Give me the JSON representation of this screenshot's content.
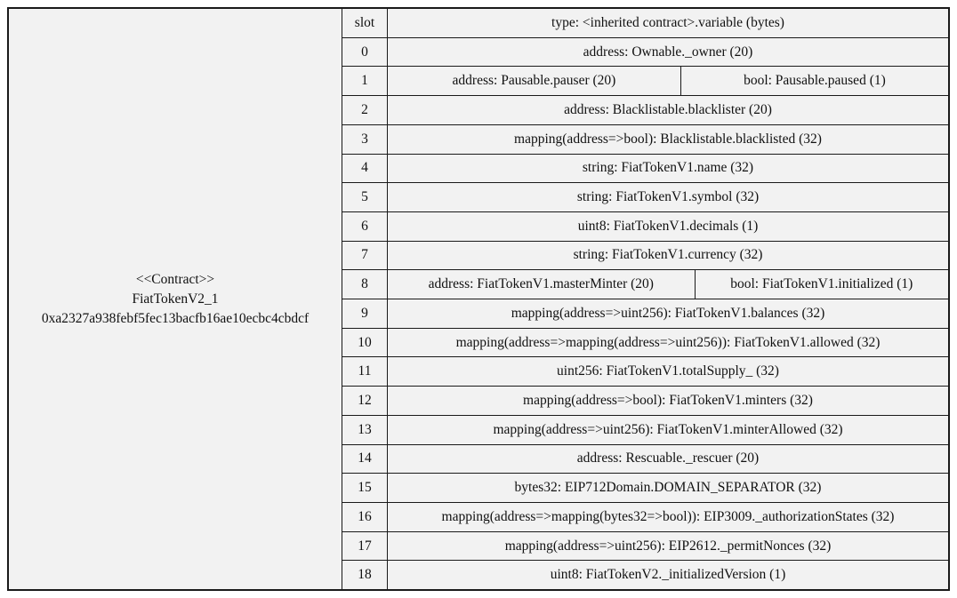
{
  "colors": {
    "background": "#f2f2f2",
    "border": "#1a1a1a",
    "page_background": "#ffffff",
    "text": "#111111"
  },
  "contract": {
    "stereotype": "<<Contract>>",
    "name": "FiatTokenV2_1",
    "address": "0xa2327a938febf5fec13bacfb16ae10ecbc4cbdcf"
  },
  "table": {
    "header": {
      "slot_label": "slot",
      "type_label": "type: <inherited contract>.variable (bytes)"
    },
    "rows": [
      {
        "slot": "0",
        "cells": [
          {
            "label": "address: Ownable._owner (20)",
            "width": 100
          }
        ]
      },
      {
        "slot": "1",
        "cells": [
          {
            "label": "address: Pausable.pauser (20)",
            "width": 52.2
          },
          {
            "label": "bool: Pausable.paused (1)",
            "width": 47.8
          }
        ]
      },
      {
        "slot": "2",
        "cells": [
          {
            "label": "address: Blacklistable.blacklister (20)",
            "width": 100
          }
        ]
      },
      {
        "slot": "3",
        "cells": [
          {
            "label": "mapping(address=>bool): Blacklistable.blacklisted (32)",
            "width": 100
          }
        ]
      },
      {
        "slot": "4",
        "cells": [
          {
            "label": "string: FiatTokenV1.name (32)",
            "width": 100
          }
        ]
      },
      {
        "slot": "5",
        "cells": [
          {
            "label": "string: FiatTokenV1.symbol (32)",
            "width": 100
          }
        ]
      },
      {
        "slot": "6",
        "cells": [
          {
            "label": "uint8: FiatTokenV1.decimals (1)",
            "width": 100
          }
        ]
      },
      {
        "slot": "7",
        "cells": [
          {
            "label": "string: FiatTokenV1.currency (32)",
            "width": 100
          }
        ]
      },
      {
        "slot": "8",
        "cells": [
          {
            "label": "address: FiatTokenV1.masterMinter (20)",
            "width": 54.7
          },
          {
            "label": "bool: FiatTokenV1.initialized (1)",
            "width": 45.3
          }
        ]
      },
      {
        "slot": "9",
        "cells": [
          {
            "label": "mapping(address=>uint256): FiatTokenV1.balances (32)",
            "width": 100
          }
        ]
      },
      {
        "slot": "10",
        "cells": [
          {
            "label": "mapping(address=>mapping(address=>uint256)): FiatTokenV1.allowed (32)",
            "width": 100
          }
        ]
      },
      {
        "slot": "11",
        "cells": [
          {
            "label": "uint256: FiatTokenV1.totalSupply_ (32)",
            "width": 100
          }
        ]
      },
      {
        "slot": "12",
        "cells": [
          {
            "label": "mapping(address=>bool): FiatTokenV1.minters (32)",
            "width": 100
          }
        ]
      },
      {
        "slot": "13",
        "cells": [
          {
            "label": "mapping(address=>uint256): FiatTokenV1.minterAllowed (32)",
            "width": 100
          }
        ]
      },
      {
        "slot": "14",
        "cells": [
          {
            "label": "address: Rescuable._rescuer (20)",
            "width": 100
          }
        ]
      },
      {
        "slot": "15",
        "cells": [
          {
            "label": "bytes32: EIP712Domain.DOMAIN_SEPARATOR (32)",
            "width": 100
          }
        ]
      },
      {
        "slot": "16",
        "cells": [
          {
            "label": "mapping(address=>mapping(bytes32=>bool)): EIP3009._authorizationStates (32)",
            "width": 100
          }
        ]
      },
      {
        "slot": "17",
        "cells": [
          {
            "label": "mapping(address=>uint256): EIP2612._permitNonces (32)",
            "width": 100
          }
        ]
      },
      {
        "slot": "18",
        "cells": [
          {
            "label": "uint8: FiatTokenV2._initializedVersion (1)",
            "width": 100
          }
        ]
      }
    ]
  }
}
